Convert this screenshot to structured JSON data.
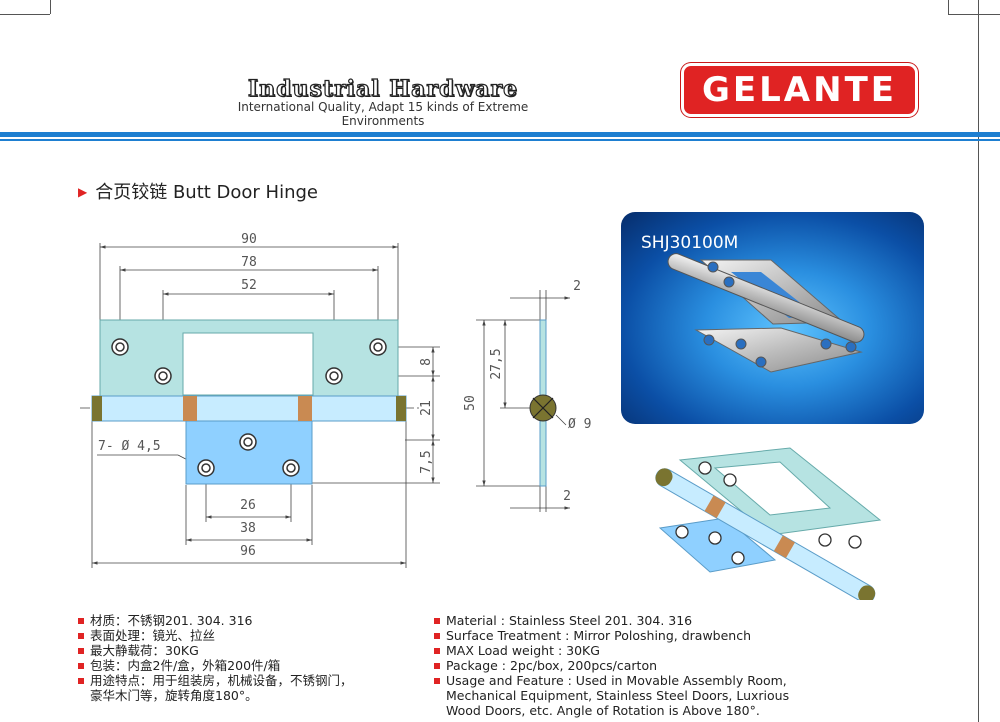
{
  "header": {
    "brand_title": "Industrial Hardware",
    "brand_subtitle": "International Quality, Adapt 15 kinds of Extreme Environments",
    "logo_text": "GELANTE",
    "accent_color": "#e02323",
    "stripe_color": "#1e7fd1"
  },
  "section": {
    "title": "合页铰链 Butt Door Hinge"
  },
  "drawing": {
    "dim_90": "90",
    "dim_78": "78",
    "dim_52": "52",
    "dim_8": "8",
    "dim_21": "21",
    "dim_7_5": "7,5",
    "dim_holes": "7-  Ø 4,5",
    "dim_26": "26",
    "dim_38": "38",
    "dim_96": "96",
    "side_2_top": "2",
    "side_27_5": "27,5",
    "side_50": "50",
    "side_9": "Ø 9",
    "side_2_bottom": "2"
  },
  "photo": {
    "model": "SHJ30100M"
  },
  "specs_cn": [
    {
      "text": "材质：不锈钢201. 304. 316"
    },
    {
      "text": "表面处理：镜光、拉丝"
    },
    {
      "text": "最大静载荷：30KG"
    },
    {
      "text": "包装：内盒2件/盒，外箱200件/箱"
    },
    {
      "text": "用途特点：用于组装房，机械设备，不锈钢门，",
      "cont": "豪华木门等，旋转角度180°。"
    }
  ],
  "specs_en": [
    {
      "text": "Material : Stainless Steel 201. 304. 316"
    },
    {
      "text": "Surface Treatment : Mirror Poloshing, drawbench"
    },
    {
      "text": "MAX Load weight : 30KG"
    },
    {
      "text": "Package : 2pc/box,  200pcs/carton"
    },
    {
      "text": "Usage and Feature : Used in Movable Assembly Room,",
      "cont": "Mechanical Equipment, Stainless Steel Doors, Luxrious",
      "cont2": "Wood Doors, etc. Angle of Rotation is Above 180°."
    }
  ]
}
